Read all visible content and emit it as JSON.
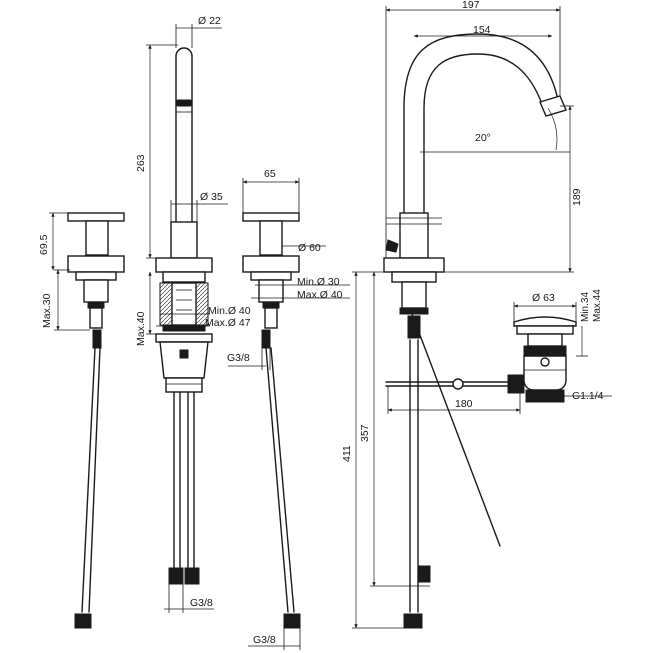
{
  "dimensions": {
    "spout_diameter": "Ø 22",
    "spout_height": "263",
    "body_diameter": "Ø 35",
    "handle_height": "69.5",
    "max_thickness_left": "Max.30",
    "max_thickness_center": "Max.40",
    "min_hole_center": "Min.Ø 40",
    "max_hole_center": "Max.Ø 47",
    "thread_center": "G3/8",
    "bottom_thread_center": "G3/8",
    "handle_width": "65",
    "handle_base_diameter": "Ø 60",
    "min_hole_right": "Min.Ø 30",
    "max_hole_right": "Max.Ø 40",
    "bottom_thread_right": "G3/8",
    "reach_total": "197",
    "reach_spout": "154",
    "spout_angle": "20°",
    "spout_outlet_height": "189",
    "waste_diameter": "Ø 63",
    "waste_min": "Min.34",
    "waste_max": "Max.44",
    "rod_length": "180",
    "waste_thread": "G1.1/4",
    "inner_height": "357",
    "total_height": "411"
  }
}
